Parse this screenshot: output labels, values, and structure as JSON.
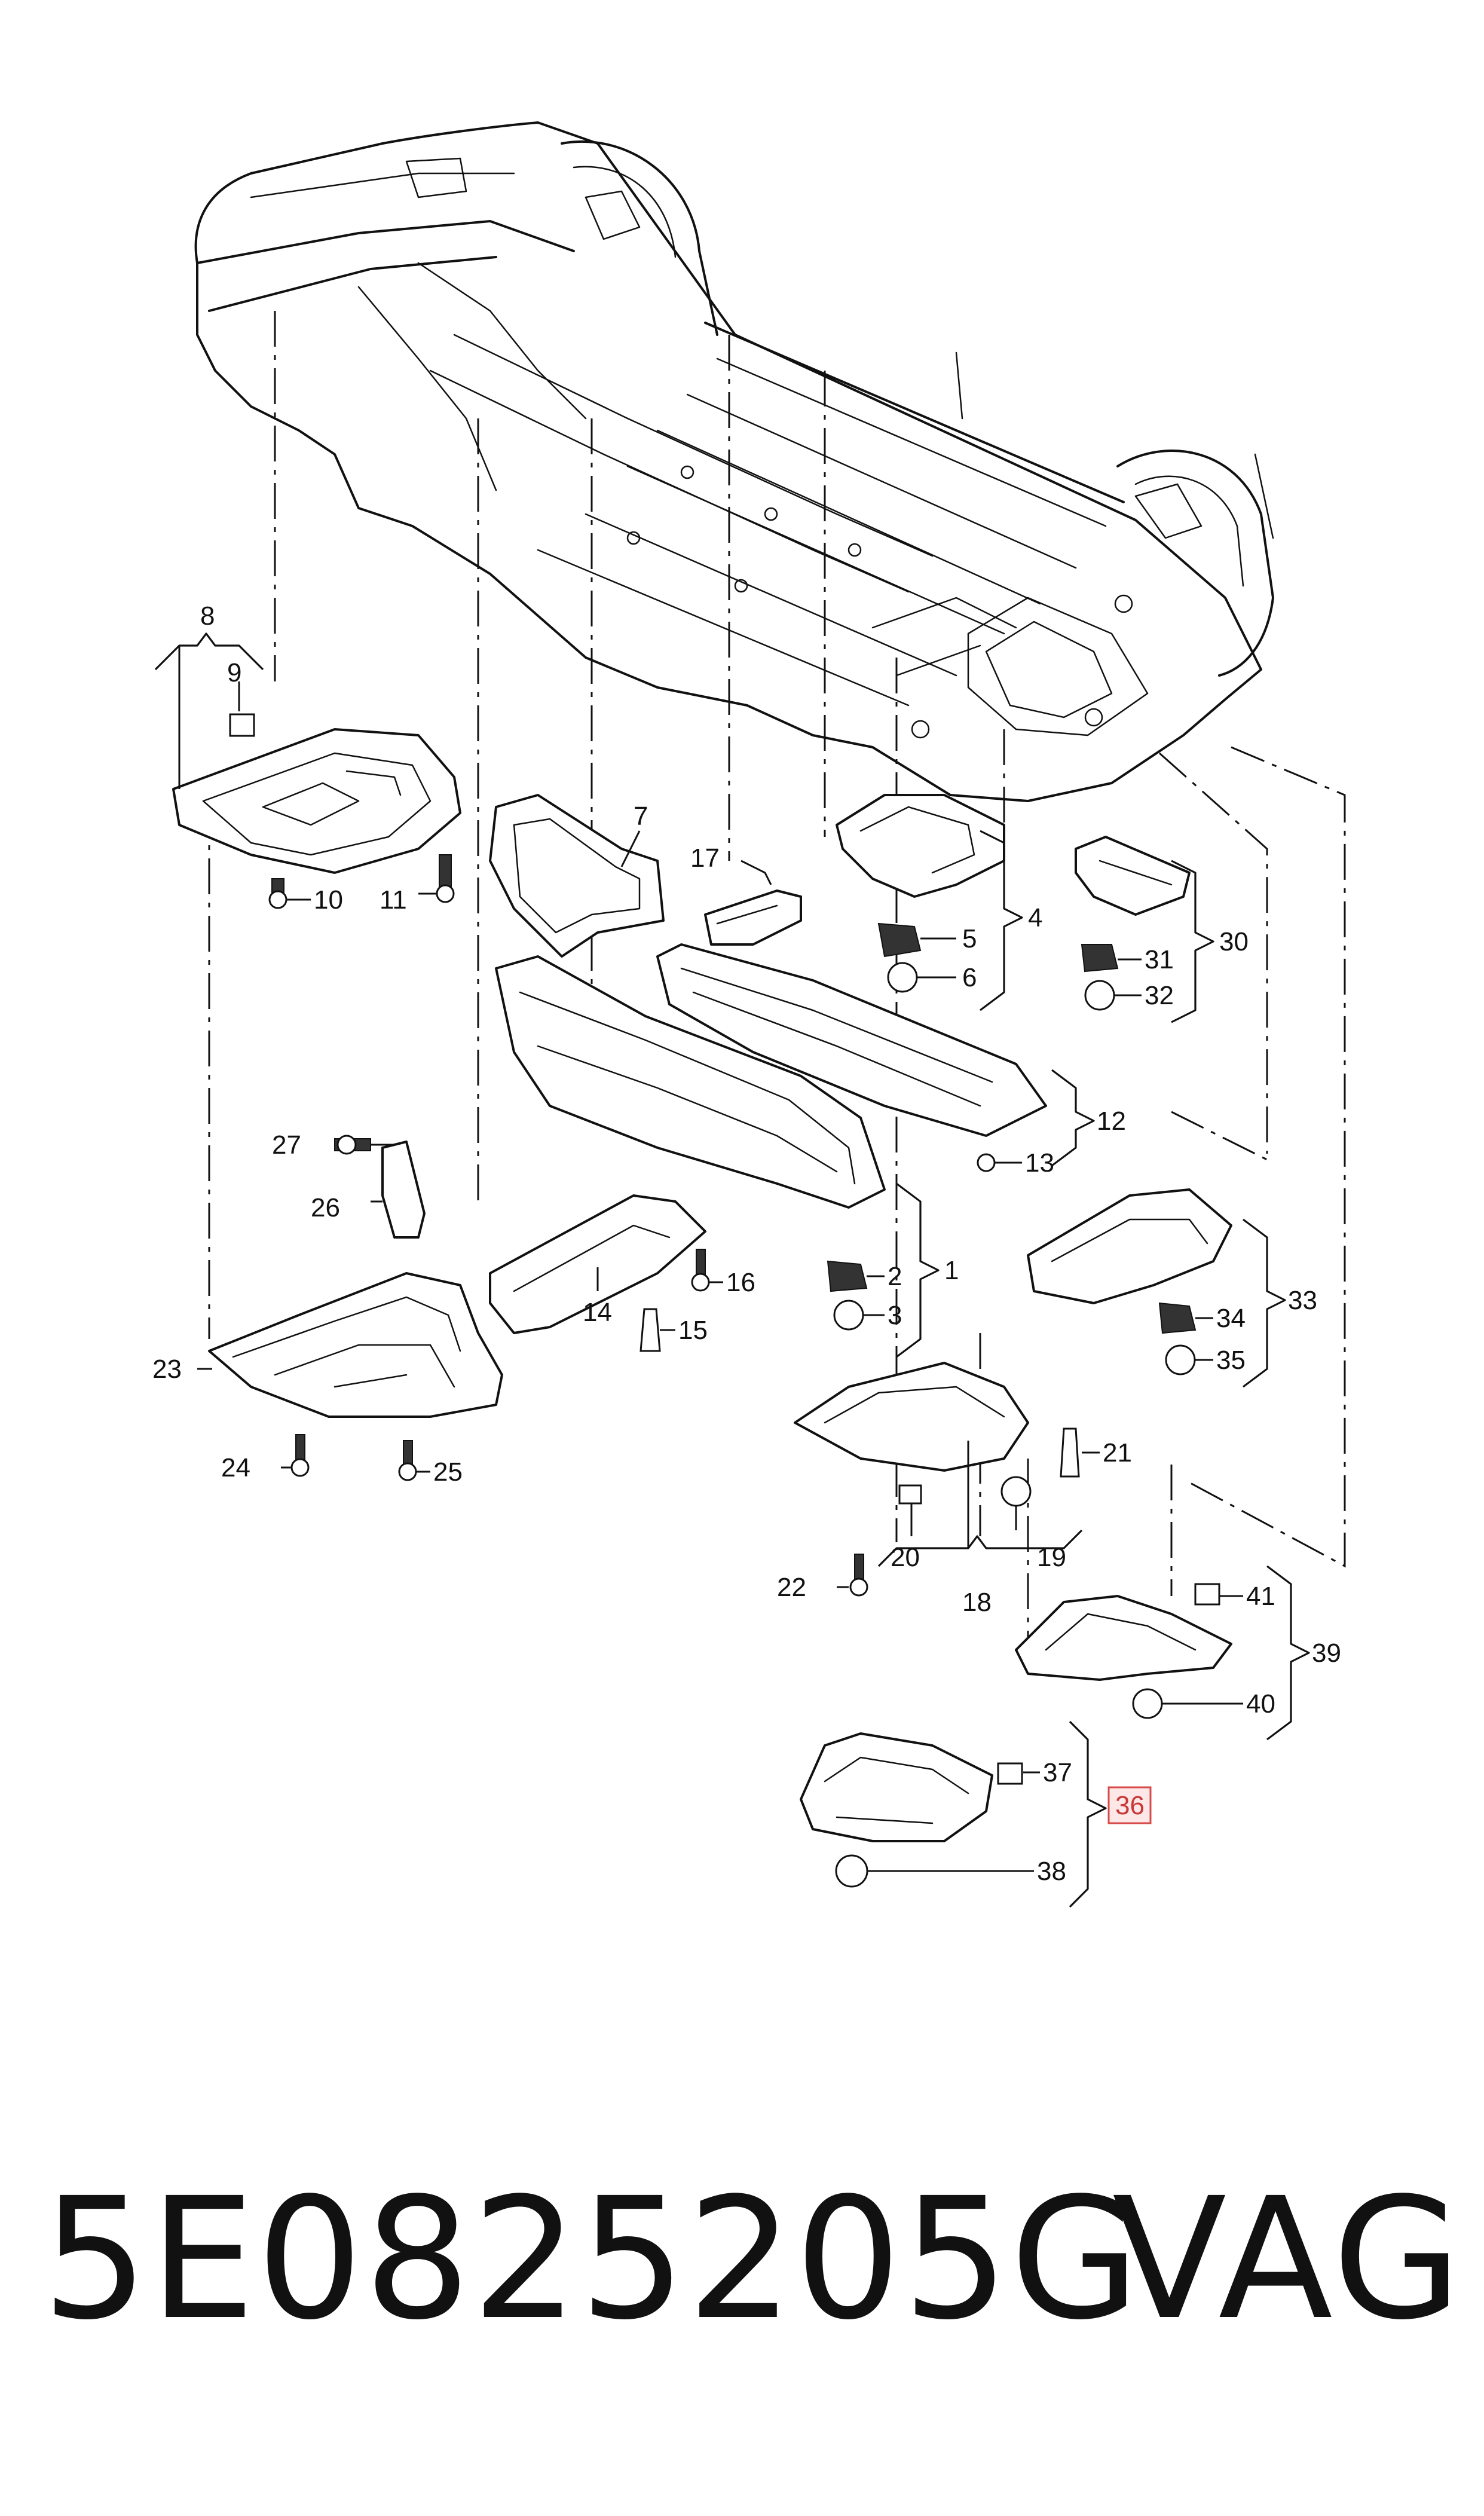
{
  "diagram": {
    "callouts": [
      "1",
      "2",
      "3",
      "4",
      "5",
      "6",
      "7",
      "8",
      "9",
      "10",
      "11",
      "12",
      "13",
      "14",
      "15",
      "16",
      "17",
      "18",
      "19",
      "20",
      "21",
      "22",
      "23",
      "24",
      "25",
      "26",
      "27",
      "30",
      "31",
      "32",
      "33",
      "34",
      "35",
      "37",
      "38",
      "39",
      "40",
      "41"
    ],
    "highlighted_callout": "36",
    "highlight_color": "#d84a4a",
    "line_color": "#111111"
  },
  "footer": {
    "part_number": "5E0825205G",
    "brand": "VAG"
  }
}
